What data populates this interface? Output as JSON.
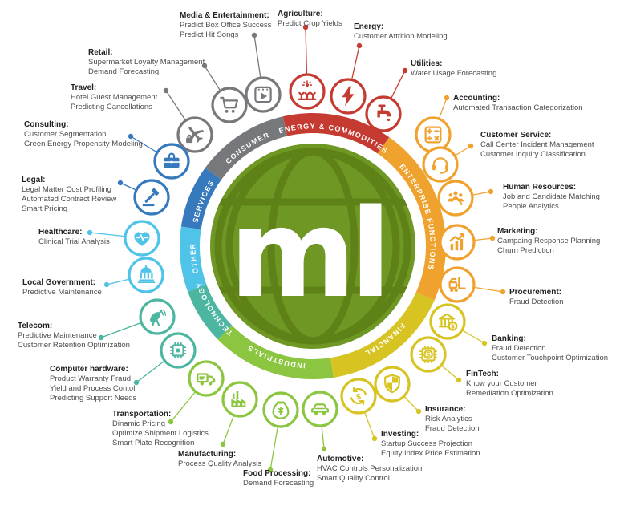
{
  "logo": {
    "text": "ml"
  },
  "center": {
    "circle_color": "#6f9724",
    "globe_line_color": "#5a7d15",
    "logo_color": "#ffffff"
  },
  "ring": {
    "segments": [
      {
        "id": "energy",
        "label": "ENERGY & COMMODITIES",
        "color": "#c53b32"
      },
      {
        "id": "consumer",
        "label": "CONSUMER",
        "color": "#77787b"
      },
      {
        "id": "services",
        "label": "SERVICES",
        "color": "#3779bd"
      },
      {
        "id": "other",
        "label": "OTHER",
        "color": "#4fc3e8"
      },
      {
        "id": "technology",
        "label": "TECHNOLOGY",
        "color": "#4cb6a0"
      },
      {
        "id": "industrials",
        "label": "INDUSTRIALS",
        "color": "#8cc540"
      },
      {
        "id": "financial",
        "label": "FINANCIAL",
        "color": "#d7c422"
      },
      {
        "id": "enterprise",
        "label": "ENTERPRISE FUNCTIONS",
        "color": "#f0a22f"
      }
    ]
  },
  "industries": [
    {
      "id": "media",
      "category": "consumer",
      "icon": "video-player-icon",
      "title": "Media & Entertainment:",
      "lines": [
        "Predict Box Office Success",
        "Predict Hit Songs"
      ]
    },
    {
      "id": "agriculture",
      "category": "energy",
      "icon": "crops-sun-icon",
      "title": "Agriculture:",
      "lines": [
        "Predict Crop Yields"
      ]
    },
    {
      "id": "energy",
      "category": "energy",
      "icon": "lightning-bolt-icon",
      "title": "Energy:",
      "lines": [
        "Customer Attrition Modeling"
      ]
    },
    {
      "id": "retail",
      "category": "consumer",
      "icon": "shopping-cart-icon",
      "title": "Retail:",
      "lines": [
        "Supermarket Loyalty Management",
        "Demand Forecasting"
      ]
    },
    {
      "id": "utilities",
      "category": "energy",
      "icon": "water-tap-icon",
      "title": "Utilities:",
      "lines": [
        "Water Usage Forecasting"
      ]
    },
    {
      "id": "travel",
      "category": "consumer",
      "icon": "airplane-icon",
      "title": "Travel:",
      "lines": [
        "Hotel Guest Management",
        "Predicting Cancellations"
      ]
    },
    {
      "id": "accounting",
      "category": "enterprise",
      "icon": "calculator-icon",
      "title": "Accounting:",
      "lines": [
        "Automated Transaction Categorization"
      ]
    },
    {
      "id": "consulting",
      "category": "services",
      "icon": "briefcase-icon",
      "title": "Consulting:",
      "lines": [
        "Customer Segmentation",
        "Green Energy Propensity Modeling"
      ]
    },
    {
      "id": "customer_service",
      "category": "enterprise",
      "icon": "headset-icon",
      "title": "Customer Service:",
      "lines": [
        "Call Center Incident Management",
        "Customer Inquiry Classification"
      ]
    },
    {
      "id": "legal",
      "category": "services",
      "icon": "gavel-icon",
      "title": "Legal:",
      "lines": [
        "Legal Matter Cost Profiling",
        "Automated Contract Review",
        "Smart Pricing"
      ]
    },
    {
      "id": "human_resources",
      "category": "enterprise",
      "icon": "people-group-icon",
      "title": "Human Resources:",
      "lines": [
        "Job and Candidate Matching",
        "People Analytics"
      ]
    },
    {
      "id": "healthcare",
      "category": "other",
      "icon": "heart-pulse-icon",
      "title": "Healthcare:",
      "lines": [
        "Clinical Trial Analysis"
      ]
    },
    {
      "id": "marketing",
      "category": "enterprise",
      "icon": "growth-chart-icon",
      "title": "Marketing:",
      "lines": [
        "Campaing Response Planning",
        "Churn Prediction"
      ]
    },
    {
      "id": "local_government",
      "category": "other",
      "icon": "government-building-icon",
      "title": "Local Government:",
      "lines": [
        "Predictive Maintenance"
      ]
    },
    {
      "id": "procurement",
      "category": "enterprise",
      "icon": "forklift-icon",
      "title": "Procurement:",
      "lines": [
        "Fraud Detection"
      ]
    },
    {
      "id": "telecom",
      "category": "technology",
      "icon": "satellite-dish-icon",
      "title": "Telecom:",
      "lines": [
        "Predictive Maintenance",
        "Customer Retention Optimization"
      ]
    },
    {
      "id": "banking",
      "category": "financial",
      "icon": "bank-building-icon",
      "title": "Banking:",
      "lines": [
        "Fraud Detection",
        "Customer Touchpoint Optimization"
      ]
    },
    {
      "id": "computer_hardware",
      "category": "technology",
      "icon": "cpu-chip-icon",
      "title": "Computer hardware:",
      "lines": [
        "Product Warranty Fraud",
        "Yield and Process Contol",
        "Predicting Support Needs"
      ]
    },
    {
      "id": "fintech",
      "category": "financial",
      "icon": "chip-dollar-icon",
      "title": "FinTech:",
      "lines": [
        "Know your Customer",
        "Remediation Optimization"
      ]
    },
    {
      "id": "insurance",
      "category": "financial",
      "icon": "shield-icon",
      "title": "Insurance:",
      "lines": [
        "Risk Analytics",
        "Fraud Detection"
      ]
    },
    {
      "id": "transportation",
      "category": "industrials",
      "icon": "delivery-truck-icon",
      "title": "Transportation:",
      "lines": [
        "Dinamic Pricing",
        "Optimize Shipment Logistics",
        "Smart Plate Recognition"
      ]
    },
    {
      "id": "investing",
      "category": "financial",
      "icon": "dollar-cycle-icon",
      "title": "Investing:",
      "lines": [
        "Startup Success Projection",
        "Equity Index Price Estimation"
      ]
    },
    {
      "id": "manufacturing",
      "category": "industrials",
      "icon": "factory-icon",
      "title": "Manufacturing:",
      "lines": [
        "Process Quality Analysis"
      ]
    },
    {
      "id": "automotive",
      "category": "industrials",
      "icon": "car-icon",
      "title": "Automotive:",
      "lines": [
        "HVAC Controls Personalization",
        "Smart Quality Control"
      ]
    },
    {
      "id": "food_processing",
      "category": "industrials",
      "icon": "grain-sack-icon",
      "title": "Food Processing:",
      "lines": [
        "Demand Forecasting"
      ]
    }
  ]
}
